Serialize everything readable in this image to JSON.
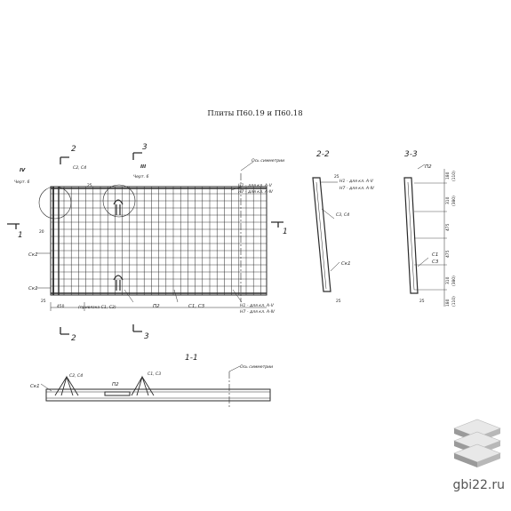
{
  "title": "Плиты П60.19 и П60.18",
  "sections": {
    "s22": "2-2",
    "s33": "3-3",
    "s11": "1-1",
    "cut2": "2",
    "cut3": "3",
    "cut1": "1"
  },
  "plan_labels": {
    "node4": "IV",
    "node4_ref": "Черт. 6",
    "node3": "III",
    "node3_ref": "Черт. 6",
    "c2c4": "С2, С4",
    "axis_sym": "Ось симметрии",
    "n1_top": "Н1 - для кл. А-Ⅴ",
    "n7_top": "Н7 - для кл. А-Ⅳ",
    "sk1_a": "Ск1",
    "sk1_b": "Ск1",
    "dim20": "20",
    "dim25": "25",
    "dim25b": "25",
    "dim450": "450",
    "privyazka": "(привязка С1, С3)",
    "p2": "П2",
    "c1c3": "С1, С3",
    "n1_bot": "Н1 - для кл. А-Ⅴ",
    "n7_bot": "Н7 - для кл. А-Ⅳ"
  },
  "s22_labels": {
    "n1": "Н1 - для кл. А-Ⅴ",
    "n7": "Н7 - для кл. А-Ⅳ",
    "c3c4": "С3, С4",
    "sk1": "Ск1",
    "d25": "25",
    "d25b": "25"
  },
  "s33_labels": {
    "p2": "П2",
    "c1": "С1",
    "c3": "С3",
    "d1": "180",
    "d1b": "(110)",
    "d2": "310",
    "d2b": "(380)",
    "d3": "475",
    "d4": "475",
    "d5": "310",
    "d5b": "(380)",
    "d6": "180",
    "d6b": "(110)",
    "d7": "25"
  },
  "s11_labels": {
    "sk1": "Ск1",
    "c2c4": "С2, С4",
    "p2": "П2",
    "c1c3": "С1, С3",
    "axis_sym": "Ось симметрии"
  },
  "watermark": "gbi22.ru",
  "logo_icon": "stacked-slabs-icon"
}
